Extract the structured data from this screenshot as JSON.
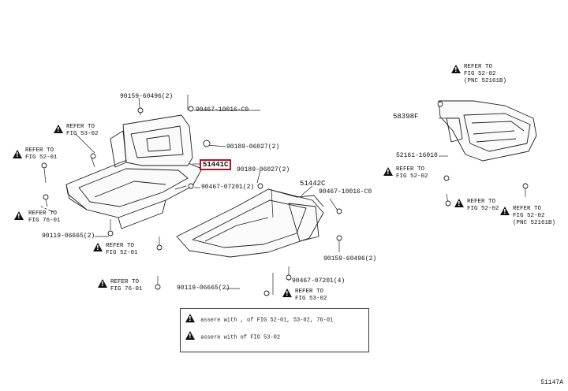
{
  "highlight_part": "51441C",
  "part_labels": {
    "p90159_60496_a": "90159-60496(2)",
    "p90467_10016_c0_a": "90467-10016-C0",
    "p90189_06027_a": "90189-06027(2)",
    "p90189_06027_b": "90189-06027(2)",
    "p90467_07201_a": "90467-07201(2)",
    "p51442c": "51442C",
    "p90467_10016_c0_b": "90467-10016-C0",
    "p90119_06665_a": "90119-06665(2)",
    "p90159_60496_b": "90159-60496(2)",
    "p90467_07201_b": "90467-07201(4)",
    "p90119_06665_b": "90119-06665(2)",
    "p58398f": "58398F",
    "p52161_16010": "52161-16010"
  },
  "refer_notes": {
    "r53_02_top": [
      "REFER TO",
      "FIG 53-02"
    ],
    "r52_01_left": [
      "REFER TO",
      "FIG 52-01"
    ],
    "r76_01_left": [
      "REFER TO",
      "FIG 76-01"
    ],
    "r52_01_mid": [
      "REFER TO",
      "FIG 52-01"
    ],
    "r76_01_bottom": [
      "REFER TO",
      "FIG 76-01"
    ],
    "r53_02_bottom": [
      "REFER TO",
      "FIG 53-02"
    ],
    "r52_02_top_right": [
      "REFER TO",
      "FIG 52-02",
      "(PNC 52161B)"
    ],
    "r52_02_right_a": [
      "REFER TO",
      "FIG 52-02"
    ],
    "r52_02_right_b": [
      "REFER TO",
      "FIG 52-02"
    ],
    "r52_02_right_c": [
      "REFER TO",
      "FIG 52-02",
      "(PNC 52161B)"
    ]
  },
  "note_box": {
    "row1": "assere with , of FIG 52-01, 53-02, 76-01",
    "row2": "assere with of FIG 53-02"
  },
  "figure_id": "51147A"
}
